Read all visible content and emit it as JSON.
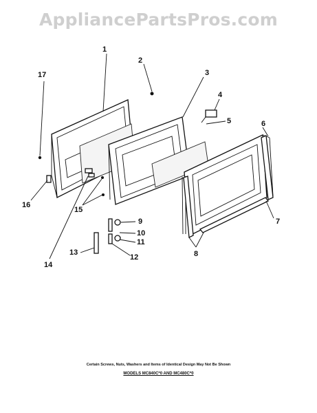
{
  "watermark": "AppliancePartsPros.com",
  "callouts": {
    "c1": "1",
    "c2": "2",
    "c3": "3",
    "c4": "4",
    "c5": "5",
    "c6": "6",
    "c7": "7",
    "c8": "8",
    "c9": "9",
    "c10": "10",
    "c11": "11",
    "c12": "12",
    "c13": "13",
    "c14": "14",
    "c15": "15",
    "c16": "16",
    "c17": "17"
  },
  "footnote": {
    "line1": "Certain Screws, Nuts, Washers and Items of Identical Design May Not Be Shown",
    "line2": "MODELS MC840C*0 AND MC480C*0"
  }
}
